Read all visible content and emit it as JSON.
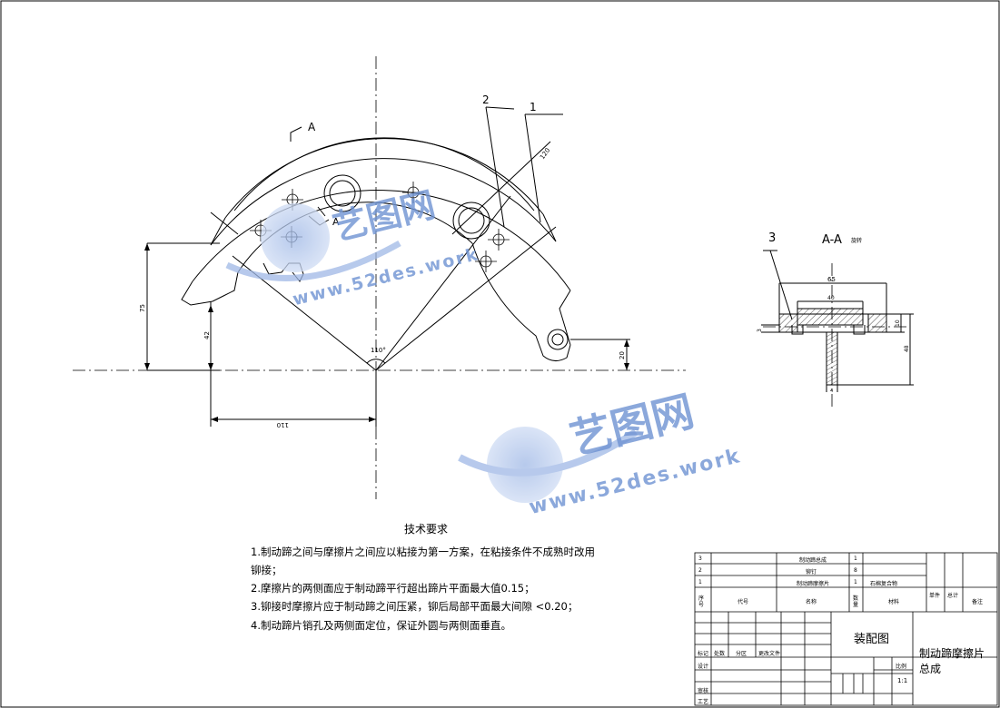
{
  "drawing": {
    "part_labels": {
      "p1": "1",
      "p2": "2",
      "p3": "3"
    },
    "section_marks": {
      "a_top": "A",
      "a_mid": "A"
    },
    "section_view_label": "A-A",
    "section_view_note": "旋转",
    "dimensions": {
      "d75": "75",
      "d42": "42",
      "d110": "110",
      "d20": "20",
      "r120": "120",
      "angle": "110°",
      "s65": "65",
      "s40": "40",
      "s10": "10",
      "s3": "3",
      "s48": "48",
      "s4": "4"
    }
  },
  "watermark": {
    "cn": "艺图网",
    "url": "www.52des.work"
  },
  "technical_requirements": {
    "title": "技术要求",
    "items": [
      "1.制动蹄之间与摩擦片之间应以粘接为第一方案，在粘接条件不成熟时改用",
      "铆接；",
      "2.摩擦片的两侧面应于制动蹄平行超出蹄片平面最大值0.15；",
      "3.铆接时摩擦片应于制动蹄之间压紧，铆后局部平面最大间隙 <0.20；",
      "4.制动蹄片销孔及两侧面定位，保证外圆与两侧面垂直。"
    ]
  },
  "title_block": {
    "bom": [
      {
        "no": "3",
        "name": "制动蹄总成",
        "qty": "1",
        "material": ""
      },
      {
        "no": "2",
        "name": "铆钉",
        "qty": "8",
        "material": ""
      },
      {
        "no": "1",
        "name": "制动蹄摩擦片",
        "qty": "1",
        "material": "石棉复合物"
      }
    ],
    "headers": {
      "seq": "序号",
      "code": "代号",
      "name": "名称",
      "qty": "数量",
      "material": "材料",
      "unit": "单件",
      "total": "总计",
      "remark": "备注"
    },
    "assembly_label": "装配图",
    "drawing_name_1": "制动蹄摩擦片",
    "drawing_name_2": "总成",
    "labels": {
      "mark": "标记",
      "count": "处数",
      "zone": "分区",
      "change_doc": "更改文件",
      "design": "设计",
      "check": "审核",
      "process": "工艺",
      "scale": "比例"
    },
    "scale_value": "1:1"
  }
}
